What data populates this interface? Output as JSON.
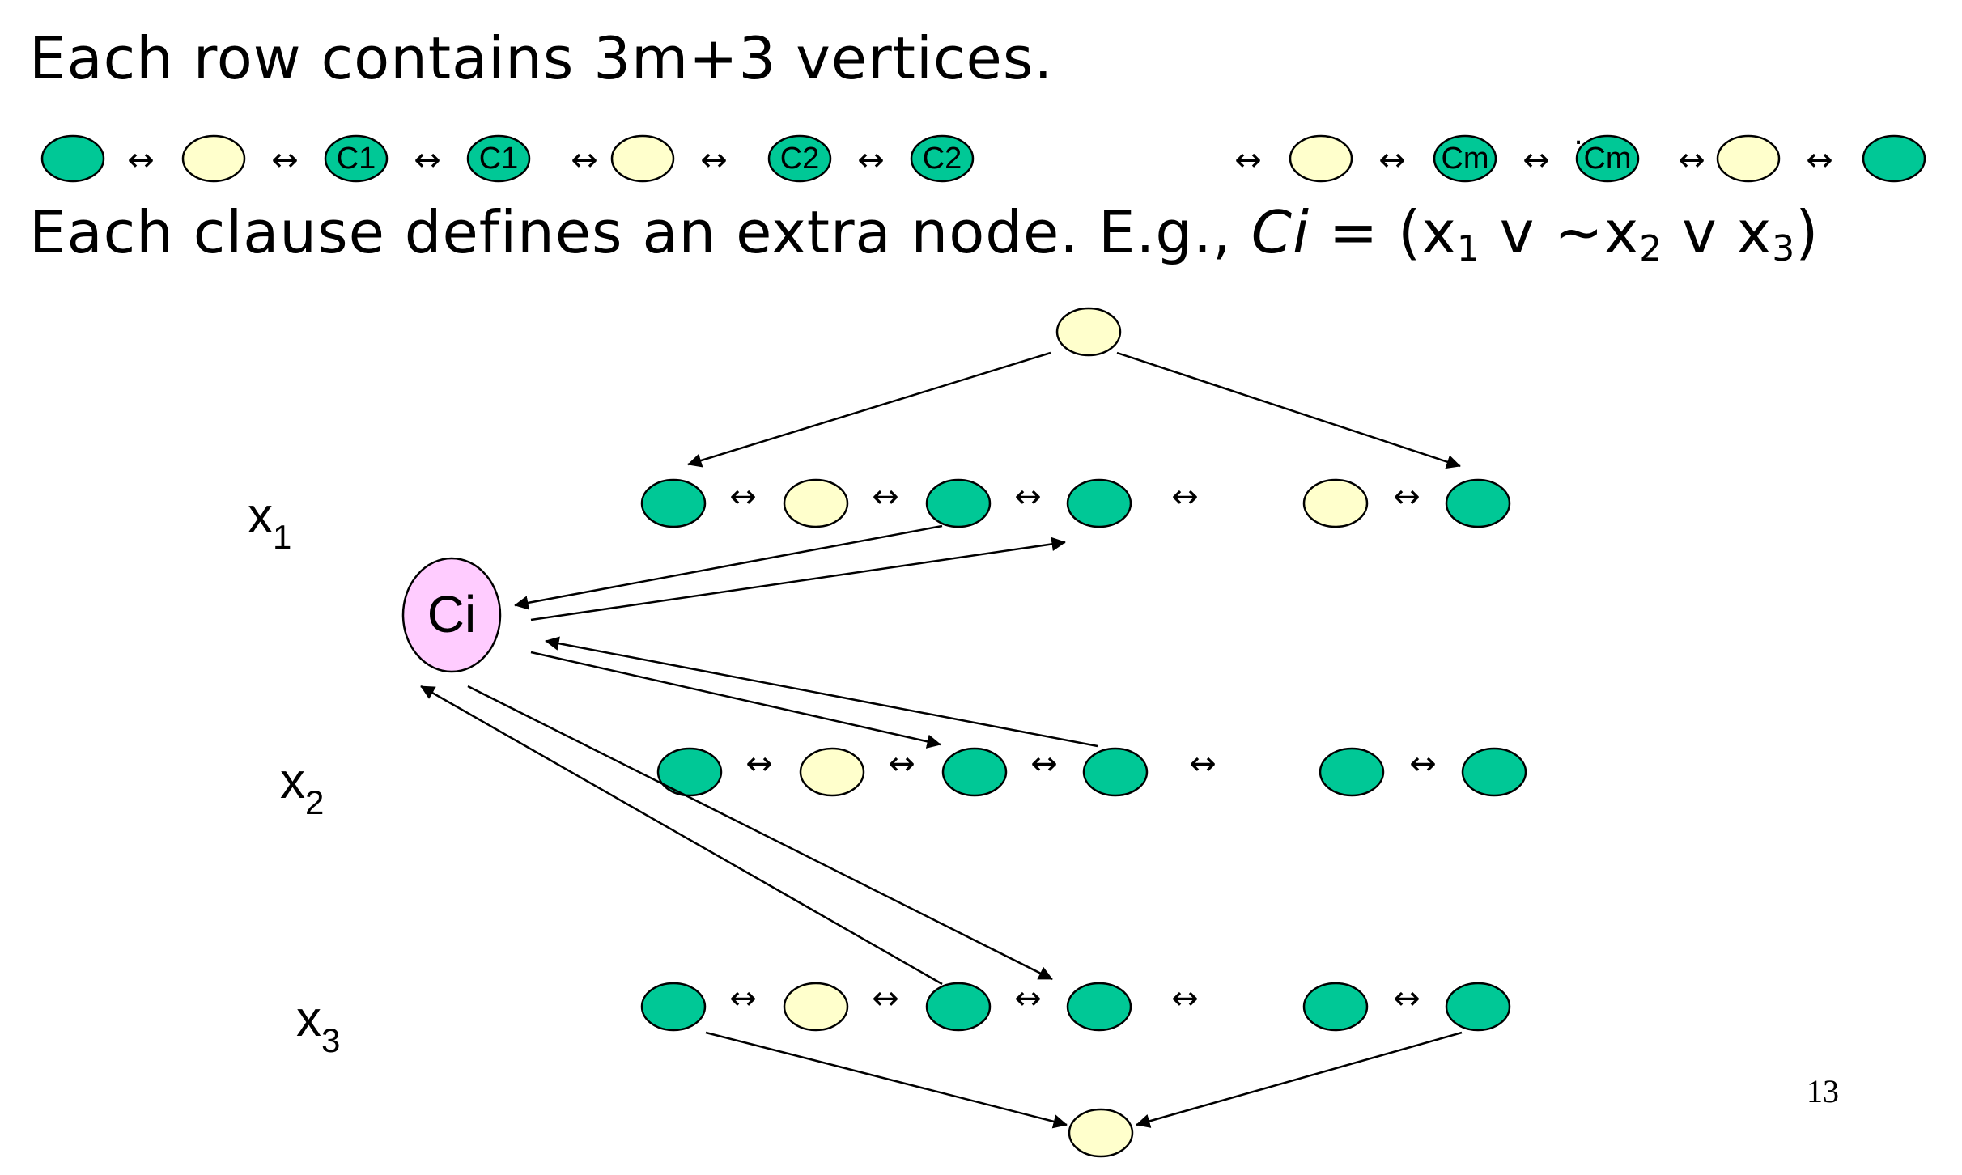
{
  "text_line_1": "Each row contains 3m+3 vertices.",
  "text_line_2": {
    "prefix": "Each clause defines an extra node.  E.g., ",
    "ci_label": "Ci",
    "equals": " = (x",
    "sub1": "1",
    "or1": " v ~x",
    "sub2": "2",
    "or2": " v x",
    "sub3": "3",
    "close": ")"
  },
  "top_row": {
    "clause_labels": [
      "C1",
      "C1",
      "C2",
      "C2",
      "Cm",
      "Cm"
    ],
    "dots": ".",
    "bidir_symbol": "↔"
  },
  "diagram": {
    "clause_node_label": "Ci",
    "row_labels": [
      {
        "var": "x",
        "sub": "1"
      },
      {
        "var": "x",
        "sub": "2"
      },
      {
        "var": "x",
        "sub": "3"
      }
    ],
    "bidir_symbol": "↔"
  },
  "page_number": "13",
  "colors": {
    "green": "#00c896",
    "yellow": "#ffffcc",
    "pink": "#ffccff"
  }
}
